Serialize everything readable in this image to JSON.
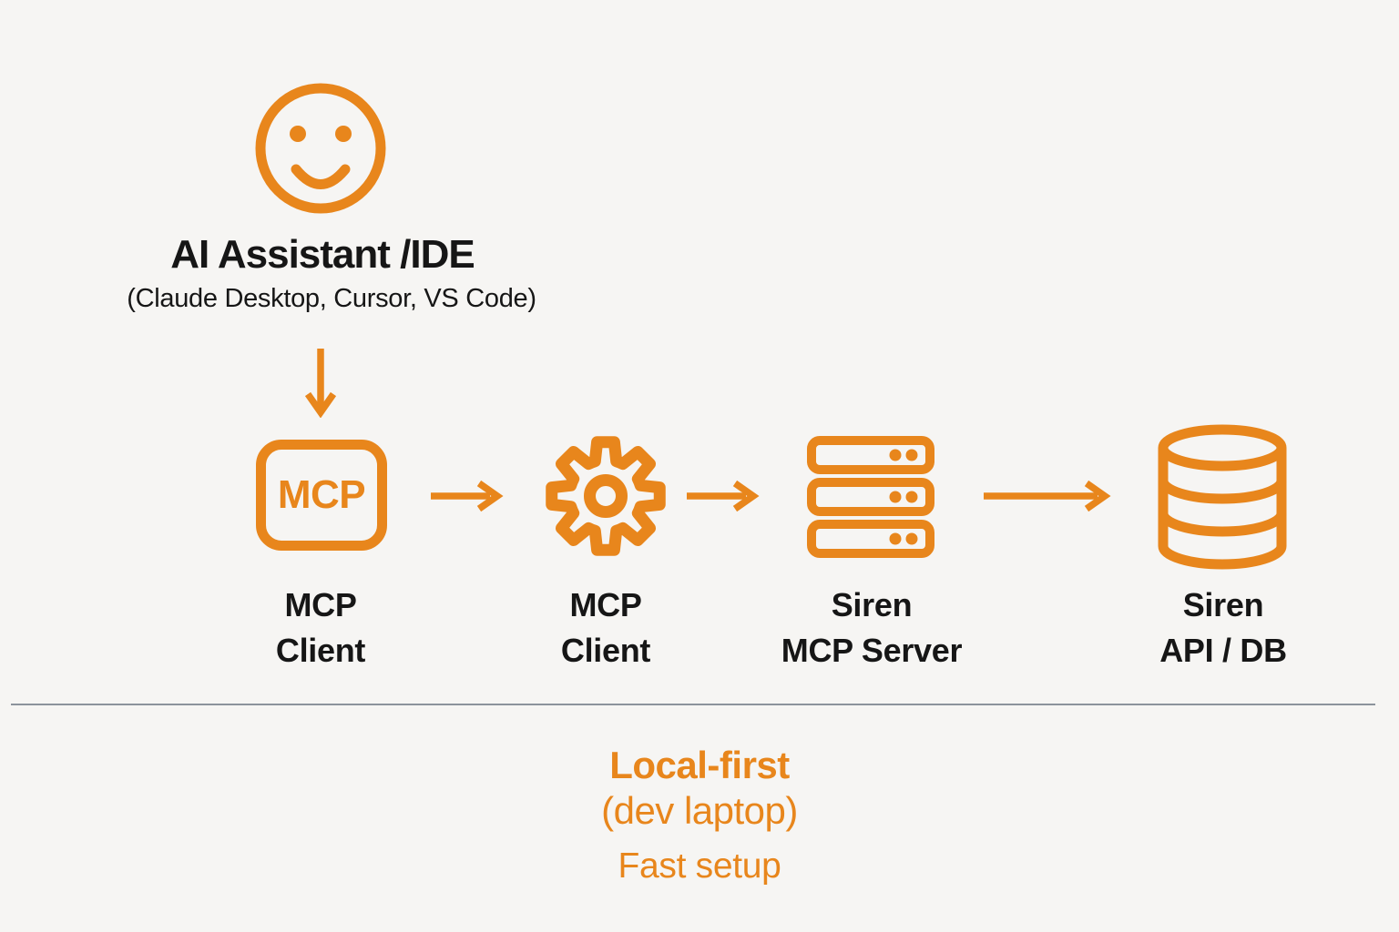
{
  "colors": {
    "accent": "#E8861C",
    "ink": "#161616",
    "divider": "#8C939C",
    "background": "#F6F5F3"
  },
  "flow": {
    "ai_node": {
      "icon": "smiley-face-icon",
      "title": "AI Assistant /IDE",
      "subtitle": "(Claude Desktop, Cursor, VS Code)"
    },
    "steps": [
      {
        "icon": "mcp-badge-icon",
        "badge": "MCP",
        "label1": "MCP",
        "label2": "Client"
      },
      {
        "icon": "gear-icon",
        "label1": "MCP",
        "label2": "Client"
      },
      {
        "icon": "server-stack-icon",
        "label1": "Siren",
        "label2": "MCP Server"
      },
      {
        "icon": "database-icon",
        "label1": "Siren",
        "label2": "API / DB"
      }
    ]
  },
  "footer": {
    "mode_title": "Local-first",
    "environment": "(dev laptop)",
    "note": "Fast setup"
  }
}
